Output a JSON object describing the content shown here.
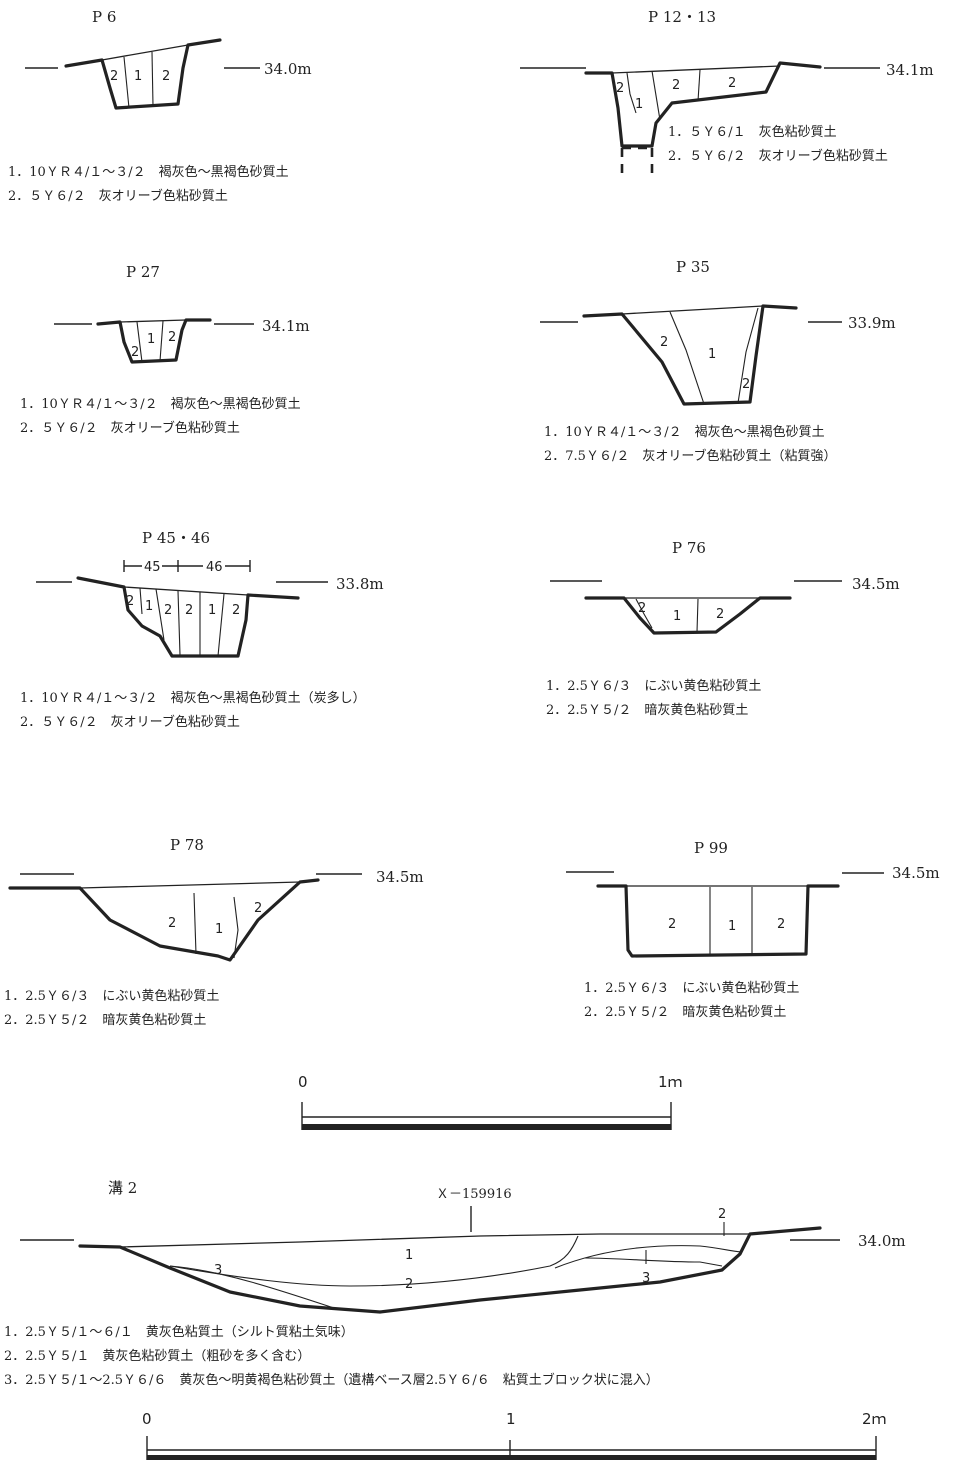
{
  "pits": {
    "p6": {
      "title": "P 6",
      "level": "34.0m",
      "layers": [
        "2",
        "1",
        "2"
      ],
      "legend": [
        "1．10ＹＲ４/１～３/２　褐灰色～黒褐色砂質土",
        "2．５Ｙ６/２　灰オリーブ色粘砂質土"
      ]
    },
    "p1213": {
      "title": "P 12・13",
      "level": "34.1m",
      "layers": [
        "2",
        "1",
        "2",
        "2"
      ],
      "legend": [
        "1．５Ｙ６/１　灰色粘砂質土",
        "2．５Ｙ６/２　灰オリーブ色粘砂質土"
      ]
    },
    "p27": {
      "title": "P 27",
      "level": "34.1m",
      "layers": [
        "2",
        "1",
        "2"
      ],
      "legend": [
        "1．10ＹＲ４/１～３/２　褐灰色～黒褐色砂質土",
        "2．５Ｙ６/２　灰オリーブ色粘砂質土"
      ]
    },
    "p35": {
      "title": "P 35",
      "level": "33.9m",
      "layers": [
        "2",
        "1",
        "2"
      ],
      "legend": [
        "1．10ＹＲ４/１～３/２　褐灰色～黒褐色砂質土",
        "2．7.5Ｙ６/２　灰オリーブ色粘砂質土（粘質強）"
      ]
    },
    "p4546": {
      "title": "P 45・46",
      "level": "33.8m",
      "span_labels": [
        "45",
        "46"
      ],
      "layers": [
        "2",
        "1",
        "2",
        "2",
        "1",
        "2"
      ],
      "legend": [
        "1．10ＹＲ４/１～３/２　褐灰色～黒褐色砂質土（炭多し）",
        "2．５Ｙ６/２　灰オリーブ色粘砂質土"
      ]
    },
    "p76": {
      "title": "P 76",
      "level": "34.5m",
      "layers": [
        "2",
        "1",
        "2"
      ],
      "legend": [
        "1．2.5Ｙ６/３　にぶい黄色粘砂質土",
        "2．2.5Ｙ５/２　暗灰黄色粘砂質土"
      ]
    },
    "p78": {
      "title": "P 78",
      "level": "34.5m",
      "layers": [
        "2",
        "1",
        "2"
      ],
      "legend": [
        "1．2.5Ｙ６/３　にぶい黄色粘砂質土",
        "2．2.5Ｙ５/２　暗灰黄色粘砂質土"
      ]
    },
    "p99": {
      "title": "P 99",
      "level": "34.5m",
      "layers": [
        "2",
        "1",
        "2"
      ],
      "legend": [
        "1．2.5Ｙ６/３　にぶい黄色粘砂質土",
        "2．2.5Ｙ５/２　暗灰黄色粘砂質土"
      ]
    }
  },
  "scale_1m": {
    "labels": [
      "0",
      "1ｍ"
    ]
  },
  "ditch": {
    "title": "溝 2",
    "grid_label": "Ｘ－159916",
    "level": "34.0m",
    "layers": [
      "1",
      "2",
      "3",
      "2",
      "3"
    ],
    "legend": [
      "1．2.5Ｙ５/１～６/１　黄灰色粘質土（シルト質粘土気味）",
      "2．2.5Ｙ５/１　黄灰色粘砂質土（粗砂を多く含む）",
      "3．2.5Ｙ５/１～2.5Ｙ６/６　黄灰色～明黄褐色粘砂質土（遺構ベース層2.5Ｙ６/６　粘質土ブロック状に混入）"
    ]
  },
  "scale_2m": {
    "labels": [
      "0",
      "1",
      "2ｍ"
    ]
  }
}
